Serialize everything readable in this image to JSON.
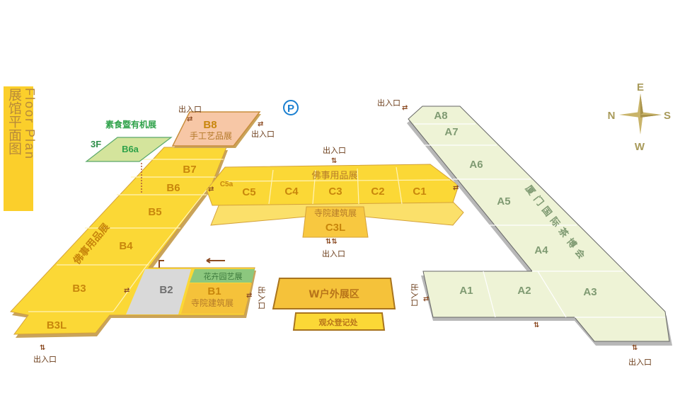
{
  "legend": {
    "title_cn": "展馆平面图",
    "title_en": "Floor Plan"
  },
  "parking": {
    "label": "P"
  },
  "compass": {
    "north": "N",
    "south": "S",
    "east": "E",
    "west": "W"
  },
  "exit_label": "出入口",
  "b_wing": {
    "theme": "佛事用品展",
    "halls": {
      "b3l": "B3L",
      "b3": "B3",
      "b4": "B4",
      "b5": "B5",
      "b6": "B6",
      "b7": "B7",
      "b2": "B2"
    },
    "b8": {
      "code": "B8",
      "name": "手工艺品展"
    },
    "b1": {
      "code": "B1",
      "name": "寺院建筑展"
    },
    "garden": "花卉园艺展",
    "b6a": {
      "floor": "3F",
      "code": "B6a",
      "name": "素食暨有机展"
    }
  },
  "c_wing": {
    "theme": "佛事用品展",
    "halls": [
      "C5",
      "C4",
      "C3",
      "C2",
      "C1"
    ],
    "c5a": "C5a",
    "c3l": {
      "code": "C3L",
      "name": "寺院建筑展"
    }
  },
  "outdoor": {
    "name": "W户外展区",
    "registration": "观众登记处"
  },
  "a_wing": {
    "theme": "厦门国际茶博会",
    "halls": {
      "a1": "A1",
      "a2": "A2",
      "a3": "A3",
      "a4": "A4",
      "a5": "A5",
      "a6": "A6",
      "a7": "A7",
      "a8": "A8"
    }
  },
  "colors": {
    "b_yellow": "#fbd836",
    "a_green": "#eef3d6",
    "b8_pink": "#f7c7a6",
    "b1_orange": "#f5c23a",
    "b2_gray": "#d9d9d9",
    "garden_green": "#8cc77e",
    "legend": "#fbcf2b",
    "text_brown": "#c8860c"
  }
}
